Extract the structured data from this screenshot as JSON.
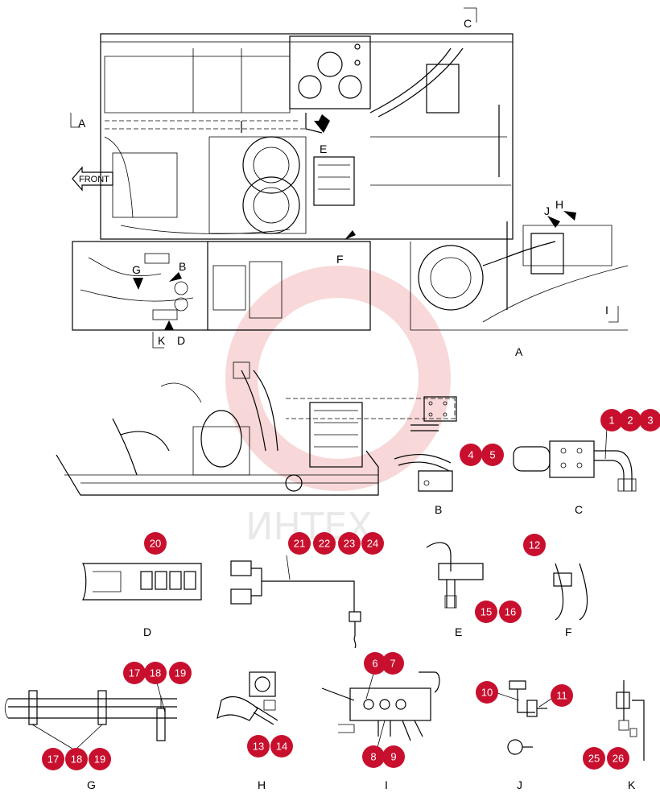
{
  "colors": {
    "badge": "#c8102e",
    "watermark": "#f2b8b8",
    "line": "#000000"
  },
  "watermark_text": "ИНТЕХ",
  "main_views": {
    "top_labels": [
      "C",
      "A",
      "FRONT",
      "E",
      "F",
      "G",
      "B",
      "K",
      "D",
      "H",
      "J",
      "I"
    ],
    "detail_a_label": "A"
  },
  "views": [
    {
      "id": "B",
      "label": "B",
      "badges": [
        "4",
        "5"
      ]
    },
    {
      "id": "C",
      "label": "C",
      "badges": [
        "1",
        "2",
        "3"
      ]
    },
    {
      "id": "D",
      "label": "D",
      "badges": [
        "20"
      ]
    },
    {
      "id": "wire",
      "label": "",
      "badges": [
        "21",
        "22",
        "23",
        "24"
      ]
    },
    {
      "id": "E",
      "label": "E",
      "badges": [
        "15",
        "16"
      ]
    },
    {
      "id": "F",
      "label": "F",
      "badges": [
        "12"
      ]
    },
    {
      "id": "G",
      "label": "G",
      "badges": [
        "17",
        "18",
        "19",
        "17",
        "18",
        "19"
      ]
    },
    {
      "id": "H",
      "label": "H",
      "badges": [
        "13",
        "14"
      ]
    },
    {
      "id": "I",
      "label": "I",
      "badges": [
        "6",
        "7",
        "8",
        "9"
      ]
    },
    {
      "id": "J",
      "label": "J",
      "badges": [
        "10",
        "11"
      ]
    },
    {
      "id": "K",
      "label": "K",
      "badges": [
        "25",
        "26"
      ]
    }
  ]
}
